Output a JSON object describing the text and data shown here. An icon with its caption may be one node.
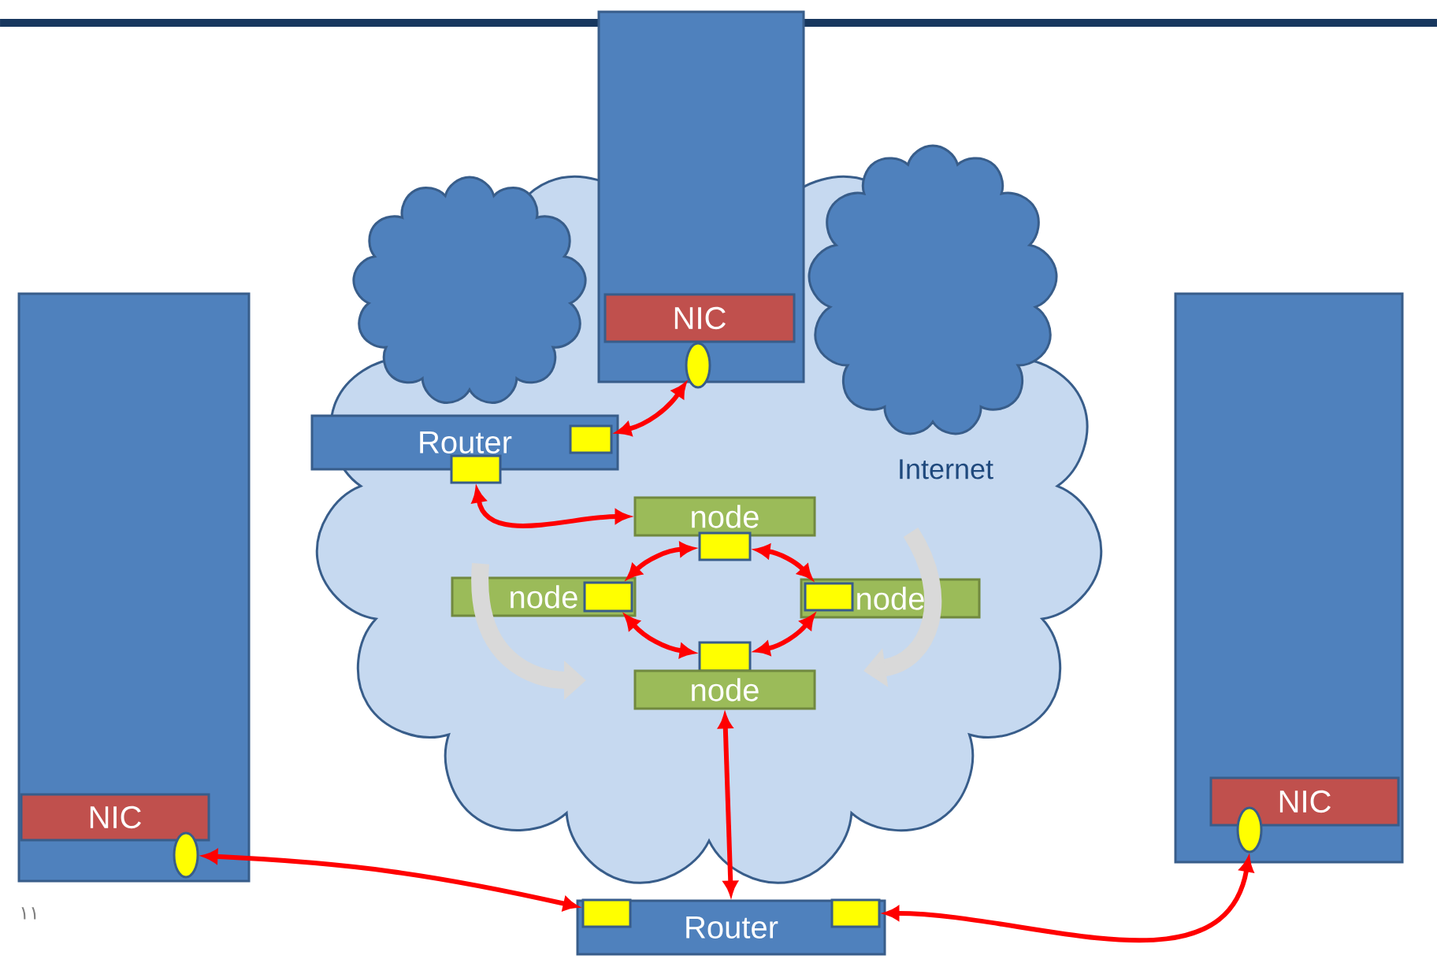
{
  "diagram": {
    "nodes": [
      {
        "text": [
          "Internet"
        ]
      },
      {
        "text": [],
        "shape": "cloud",
        "in": 0
      },
      {
        "text": [],
        "shape": "cloud",
        "in": 0
      },
      {
        "text": [],
        "shape": "box"
      },
      {
        "text": [
          "NIC"
        ]
      },
      {
        "text": [],
        "shape": "circle",
        "in": 0
      },
      {
        "text": [
          "Router"
        ],
        "in": 0
      },
      {
        "text": [],
        "shape": "box",
        "in": 6
      },
      {
        "text": [],
        "shape": "box",
        "in": 0
      },
      {
        "text": [
          "node"
        ],
        "in": 0
      },
      {
        "text": [],
        "shape": "box",
        "in": 0
      },
      {
        "text": [
          "node"
        ],
        "in": 0
      },
      {
        "text": [],
        "shape": "box",
        "in": 11
      },
      {
        "text": [
          "node"
        ],
        "in": 0
      },
      {
        "text": [],
        "shape": "box",
        "in": 13
      },
      {
        "text": [],
        "shape": "box",
        "in": 0
      },
      {
        "text": [
          "node"
        ],
        "in": 0
      },
      {
        "text": [],
        "shape": "box"
      },
      {
        "text": [
          "NIC"
        ],
        "in": 17
      },
      {
        "text": [],
        "shape": "circle",
        "in": 17
      },
      {
        "text": [],
        "shape": "box"
      },
      {
        "text": [
          "NIC"
        ],
        "in": 20
      },
      {
        "text": [],
        "shape": "circle",
        "in": 20
      },
      {
        "text": [
          "Router"
        ]
      },
      {
        "text": [],
        "shape": "box",
        "in": 23
      },
      {
        "text": [],
        "shape": "box",
        "in": 23
      }
    ],
    "edges": [
      {
        "from": 5,
        "to": 7,
        "arrow": "both"
      },
      {
        "from": 8,
        "to": 9,
        "arrow": "both"
      },
      {
        "from": 10,
        "to": 12,
        "arrow": "both"
      },
      {
        "from": 10,
        "to": 14,
        "arrow": "both"
      },
      {
        "from": 12,
        "to": 15,
        "arrow": "both"
      },
      {
        "from": 14,
        "to": 15,
        "arrow": "both"
      },
      {
        "from": 16,
        "to": 23,
        "arrow": "both"
      },
      {
        "from": 19,
        "to": 24,
        "arrow": "both"
      },
      {
        "from": 22,
        "to": 25,
        "arrow": "both"
      }
    ],
    "labels": [
      "١١"
    ]
  }
}
